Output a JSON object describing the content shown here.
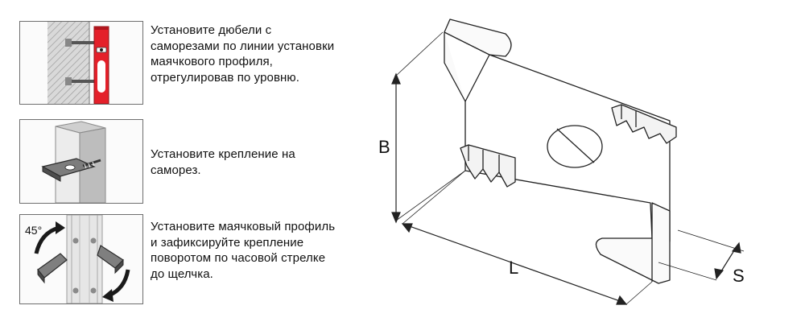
{
  "steps": [
    {
      "text": "Установите дюбели с саморезами по линии установки маячкового профиля, отрегулировав по уровню."
    },
    {
      "text": "Установите крепление на саморез."
    },
    {
      "text": "Установите маячковый профиль и зафиксируйте крепление поворотом по часовой стрелке до щелчка.",
      "angle_label": "45°"
    }
  ],
  "diagram": {
    "dimensions": {
      "height_label": "B",
      "length_label": "L",
      "thickness_label": "S"
    }
  },
  "colors": {
    "level_red": "#e4202a",
    "line": "#222222",
    "panel_border": "#6f6f6f"
  }
}
